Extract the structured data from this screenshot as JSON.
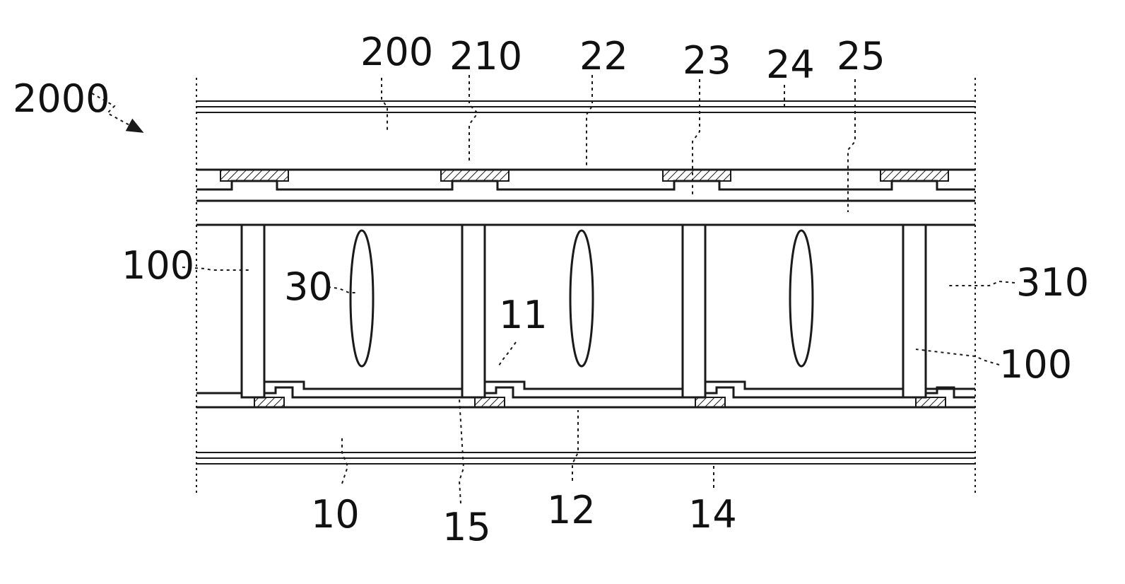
{
  "figure": {
    "labels": {
      "l2000": "2000",
      "l200": "200",
      "l210": "210",
      "l22": "22",
      "l23": "23",
      "l24": "24",
      "l25": "25",
      "l100_left": "100",
      "l30": "30",
      "l11": "11",
      "l310": "310",
      "l100_right": "100",
      "l10": "10",
      "l15": "15",
      "l12": "12",
      "l14": "14"
    }
  }
}
